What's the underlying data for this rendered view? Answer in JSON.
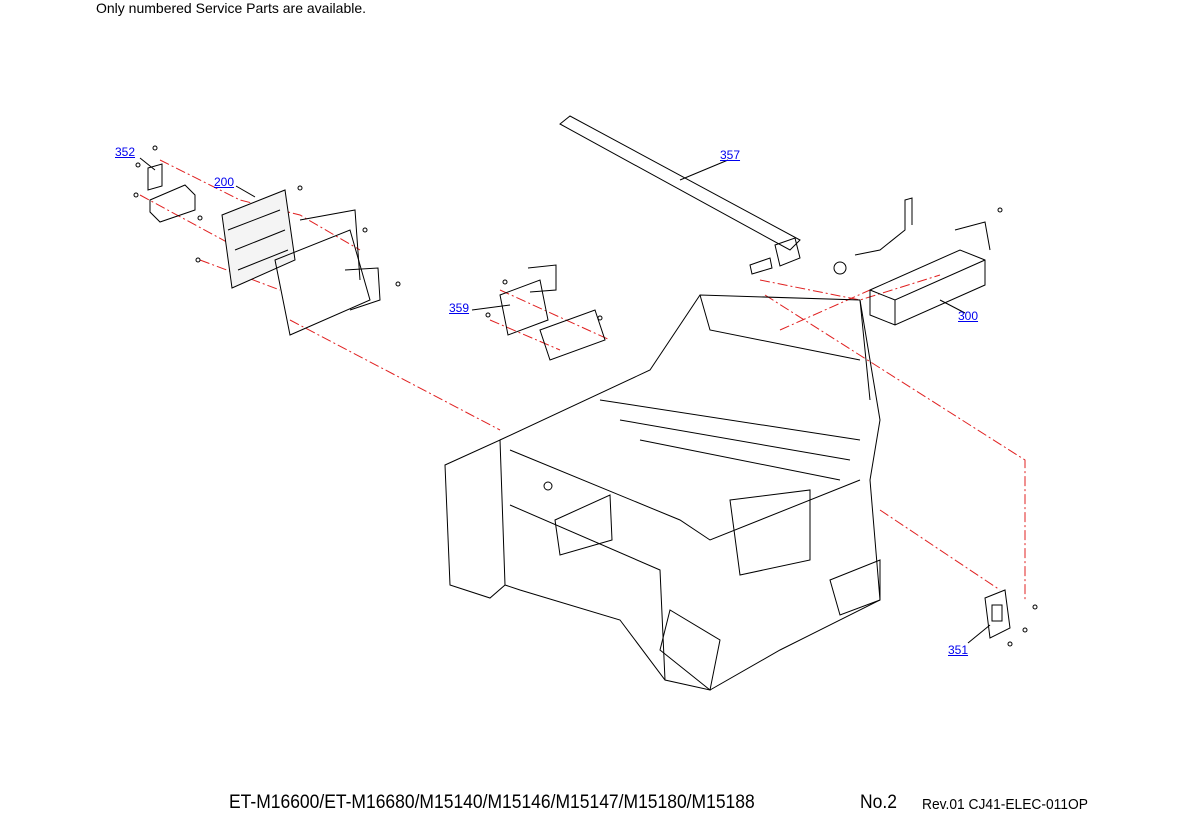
{
  "header_note": "Only numbered Service Parts are available.",
  "part_refs": [
    {
      "id": "352"
    },
    {
      "id": "200"
    },
    {
      "id": "357"
    },
    {
      "id": "359"
    },
    {
      "id": "300"
    },
    {
      "id": "351"
    }
  ],
  "footer": {
    "models": "ET-M16600/ET-M16680/M15140/M15146/M15147/M15180/M15188",
    "page_no": "No.2",
    "revision": "Rev.01 CJ41-ELEC-011OP"
  },
  "colors": {
    "link": "#0000ee",
    "guide_line": "#e02020",
    "drawing": "#000000"
  }
}
